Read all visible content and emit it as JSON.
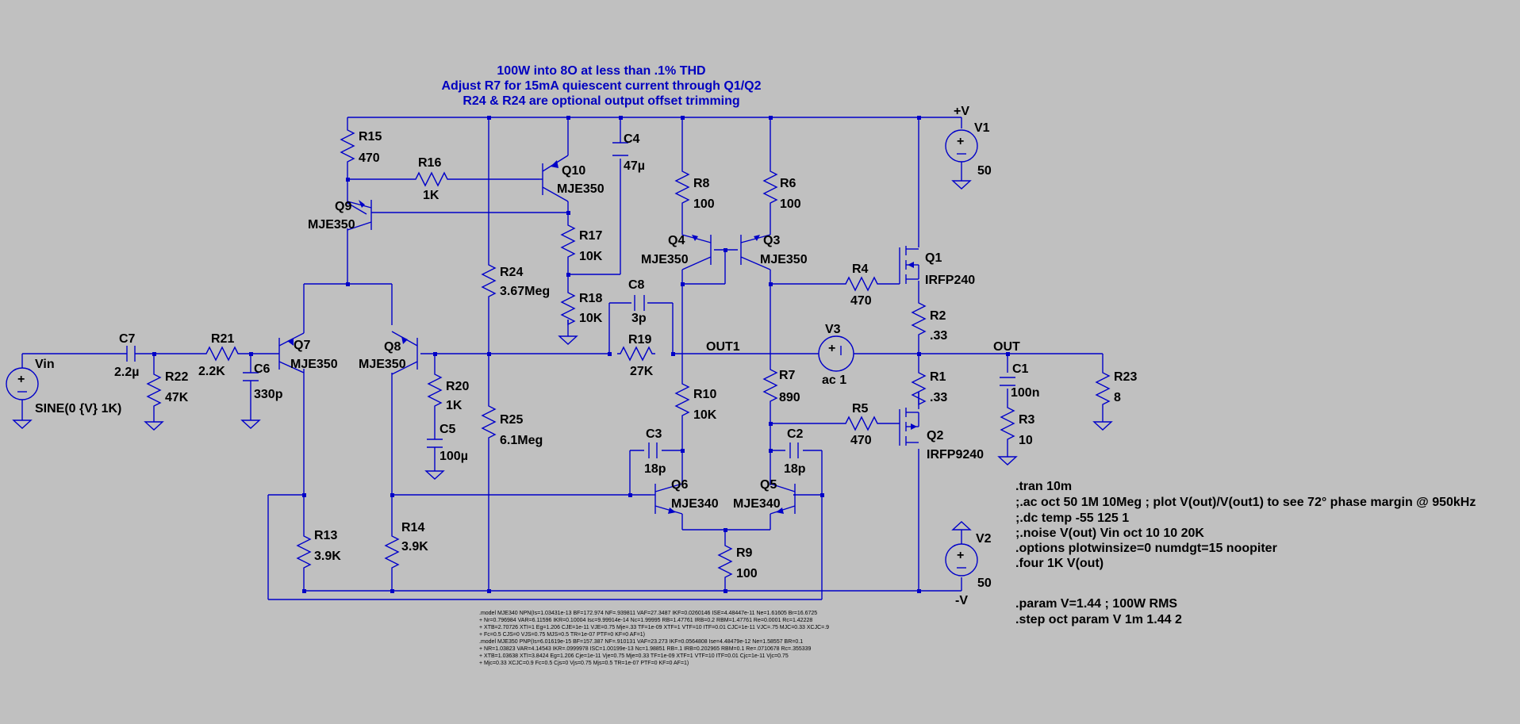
{
  "header_notes": [
    "100W into 8O at less than  .1% THD",
    "Adjust R7 for 15mA quiescent current through Q1/Q2",
    "R24 & R24 are optional output offset trimming"
  ],
  "parts": {
    "R15": {
      "name": "R15",
      "value": "470"
    },
    "R16": {
      "name": "R16",
      "value": "1K"
    },
    "Q10": {
      "name": "Q10",
      "value": "MJE350"
    },
    "Q9": {
      "name": "Q9",
      "value": "MJE350"
    },
    "C4": {
      "name": "C4",
      "value": "47µ"
    },
    "R17": {
      "name": "R17",
      "value": "10K"
    },
    "R18": {
      "name": "R18",
      "value": "10K"
    },
    "R24": {
      "name": "R24",
      "value": "3.67Meg"
    },
    "R8": {
      "name": "R8",
      "value": "100"
    },
    "R6": {
      "name": "R6",
      "value": "100"
    },
    "Q4": {
      "name": "Q4",
      "value": "MJE350"
    },
    "Q3": {
      "name": "Q3",
      "value": "MJE350"
    },
    "V1": {
      "name": "V1",
      "value": "50"
    },
    "Q1": {
      "name": "Q1",
      "value": "IRFP240"
    },
    "R4": {
      "name": "R4",
      "value": "470"
    },
    "R2": {
      "name": "R2",
      "value": ".33"
    },
    "C8": {
      "name": "C8",
      "value": "3p"
    },
    "R19": {
      "name": "R19",
      "value": "27K"
    },
    "V3": {
      "name": "V3",
      "value": "ac 1"
    },
    "Vin": {
      "name": "Vin",
      "value": "SINE(0 {V} 1K)"
    },
    "C7": {
      "name": "C7",
      "value": "2.2µ"
    },
    "R21": {
      "name": "R21",
      "value": "2.2K"
    },
    "R22": {
      "name": "R22",
      "value": "47K"
    },
    "C6": {
      "name": "C6",
      "value": "330p"
    },
    "Q7": {
      "name": "Q7",
      "value": "MJE350"
    },
    "Q8": {
      "name": "Q8",
      "value": "MJE350"
    },
    "R20": {
      "name": "R20",
      "value": "1K"
    },
    "C5": {
      "name": "C5",
      "value": "100µ"
    },
    "R25": {
      "name": "R25",
      "value": "6.1Meg"
    },
    "R10": {
      "name": "R10",
      "value": "10K"
    },
    "R7": {
      "name": "R7",
      "value": "890"
    },
    "R5": {
      "name": "R5",
      "value": "470"
    },
    "R1": {
      "name": "R1",
      "value": ".33"
    },
    "Q2": {
      "name": "Q2",
      "value": "IRFP9240"
    },
    "C1": {
      "name": "C1",
      "value": "100n"
    },
    "R3": {
      "name": "R3",
      "value": "10"
    },
    "R23": {
      "name": "R23",
      "value": "8"
    },
    "C3": {
      "name": "C3",
      "value": "18p"
    },
    "C2": {
      "name": "C2",
      "value": "18p"
    },
    "Q6": {
      "name": "Q6",
      "value": "MJE340"
    },
    "Q5": {
      "name": "Q5",
      "value": "MJE340"
    },
    "R9": {
      "name": "R9",
      "value": "100"
    },
    "R13": {
      "name": "R13",
      "value": "3.9K"
    },
    "R14": {
      "name": "R14",
      "value": "3.9K"
    },
    "V2": {
      "name": "V2",
      "value": "50"
    }
  },
  "net_labels": {
    "plus_v": "+V",
    "minus_v": "-V",
    "out1": "OUT1",
    "out": "OUT"
  },
  "directives": [
    ".tran 10m",
    ";.ac oct 50 1M 10Meg ; plot V(out)/V(out1) to see 72° phase margin @ 950kHz",
    ";.dc temp -55 125 1",
    ";.noise V(out) Vin oct 10 10 20K",
    ".options plotwinsize=0 numdgt=15 noopiter",
    ".four 1K V(out)",
    "",
    ".param V=1.44 ; 100W RMS",
    ".step oct param V 1m 1.44 2"
  ],
  "model_lines": [
    ".model MJE340 NPN(Is=1.03431e-13 BF=172.974 NF=.939811 VAF=27.3487 IKF=0.0260146 ISE=4.48447e-11 Ne=1.61605 Br=16.6725",
    "+ Nr=0.796984 VAR=6.11596 IKR=0.10004 Isc=9.99914e-14 Nc=1.99995 RB=1.47761 IRB=0.2 RBM=1.47761 Re=0.0001 Rc=1.42228",
    "+ XTB=2.70726 XTI=1 Eg=1.206 CJE=1e-11 VJE=0.75 Mje=.33 TF=1e-09 XTF=1 VTF=10 ITF=0.01 CJC=1e-11 VJC=.75 MJC=0.33 XCJC=.9",
    "+ Fc=0.5 CJS=0 VJS=0.75 MJS=0.5 TR=1e-07 PTF=0 KF=0 AF=1)",
    ".model MJE350 PNP(Is=6.01619e-15 BF=157.387 NF=.910131 VAF=23.273 IKF=0.0564808 Ise=4.48479e-12 Ne=1.58557 BR=0.1",
    "+ NR=1.03823 VAR=4.14543 IKR=.0999978 ISC=1.00199e-13 Nc=1.98851 RB=.1 IRB=0.202965 RBM=0.1 Re=.0710678 Rc=.355339",
    "+ XTB=1.03638 XTI=3.8424 Eg=1.206 Cje=1e-11 Vje=0.75 Mje=0.33 TF=1e-09 XTF=1 VTF=10 ITF=0.01 Cjc=1e-11 Vjc=0.75",
    "+ Mjc=0.33 XCJC=0.9 Fc=0.5 Cjs=0 Vjs=0.75 Mjs=0.5 TR=1e-07 PTF=0 KF=0 AF=1)"
  ]
}
